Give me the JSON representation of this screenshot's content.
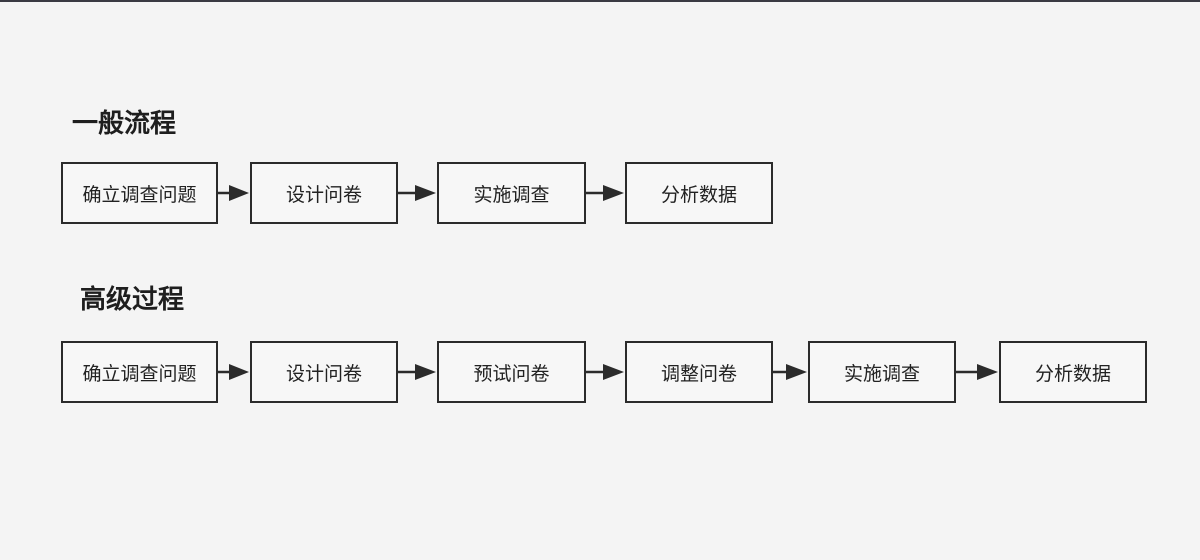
{
  "diagram": {
    "sections": [
      {
        "title": "一般流程",
        "steps": [
          "确立调查问题",
          "设计问卷",
          "实施调查",
          "分析数据"
        ]
      },
      {
        "title": "高级过程",
        "steps": [
          "确立调查问题",
          "设计问卷",
          "预试问卷",
          "调整问卷",
          "实施调查",
          "分析数据"
        ]
      }
    ]
  },
  "colors": {
    "background": "#f4f4f4",
    "box_border": "#2b2b2b",
    "arrow": "#2b2b2b",
    "text": "#222222"
  }
}
